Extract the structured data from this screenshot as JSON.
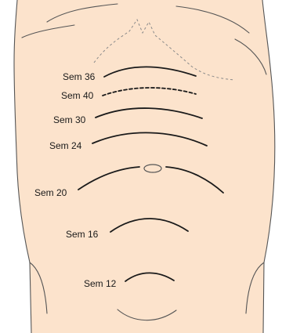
{
  "colors": {
    "skin": "#fce3cc",
    "outline": "#555555",
    "line": "#1a1a1a",
    "background": "#ffffff"
  },
  "labels": {
    "week36": "Sem 36",
    "week40": "Sem 40",
    "week30": "Sem 30",
    "week24": "Sem 24",
    "week20": "Sem 20",
    "week16": "Sem 16",
    "week12": "Sem 12"
  }
}
